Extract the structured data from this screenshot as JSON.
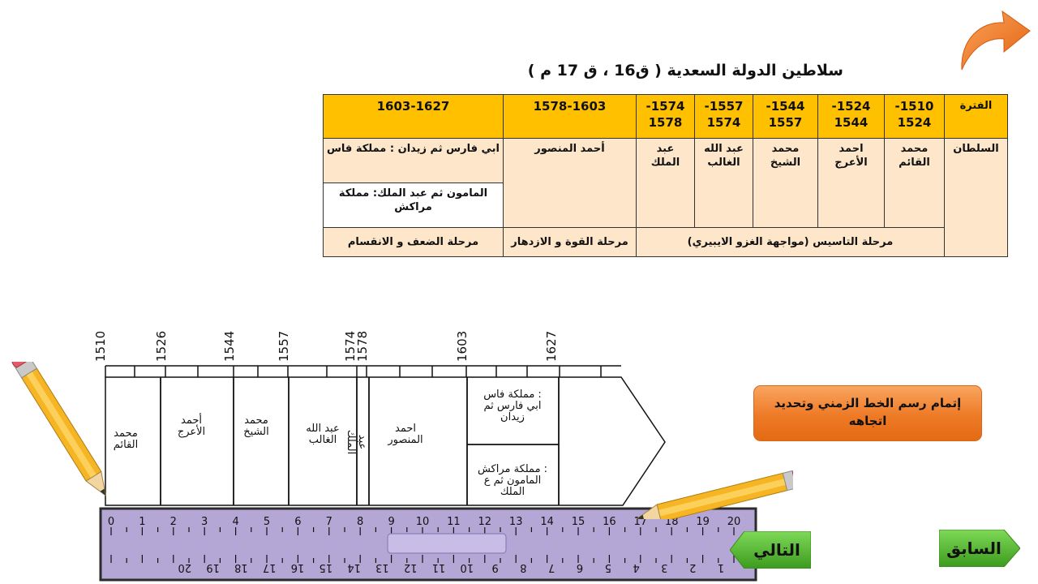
{
  "title": "سلاطين الدولة السعدية ( ق16 ، ق 17 م )",
  "table": {
    "header_label": "الفترة",
    "periods": [
      "1510-\n1524",
      "1524-\n1544",
      "1544-\n1557",
      "1557-\n1574",
      "1574-\n1578",
      "1578-1603",
      "1603-1627"
    ],
    "sultan_label": "السلطان",
    "sultans": [
      "محمد\nالقائم",
      "احمد\nالأعرج",
      "محمد\nالشيخ",
      "عبد الله\nالغالب",
      "عبد\nالملك",
      "أحمد المنصور"
    ],
    "late_sultans": [
      "ابي فارس ثم زيدان : مملكة فاس",
      "المامون ثم عبد الملك: مملكة مراكش"
    ],
    "phases": [
      "مرحلة التاسيس (مواجهة الغزو الايبيري)",
      "مرحلة القوة و الازدهار",
      "مرحلة الضعف و الانقسام"
    ]
  },
  "timeline": {
    "years": [
      "1510",
      "1526",
      "1544",
      "1557",
      "1574",
      "1578",
      "1603",
      "1627"
    ],
    "segments": [
      "محمد\nالقائم",
      "أحمد\nالأعرج",
      "محمد\nالشيخ",
      "عبد الله\nالغالب",
      "عبد\nالملك",
      "احمد\nالمنصور",
      "مملكة فاس :\nابي فارس ثم\nزيدان",
      "مملكة مراكش :\nالمامون ثم ع\nالملك"
    ]
  },
  "ruler": {
    "top_numbers": [
      "0",
      "1",
      "2",
      "3",
      "4",
      "5",
      "6",
      "7",
      "8",
      "9",
      "10",
      "11",
      "12",
      "13",
      "14",
      "15",
      "16",
      "17",
      "18",
      "19",
      "20"
    ],
    "bottom_numbers": [
      "20",
      "19",
      "18",
      "17",
      "16",
      "15",
      "14",
      "13",
      "12",
      "11",
      "10",
      "9",
      "8",
      "7",
      "6",
      "5",
      "4",
      "3",
      "2",
      "1"
    ]
  },
  "instruction": "إتمام رسم الخط الزمني وتحديد اتجاهه",
  "nav": {
    "next_label": "التالي",
    "prev_label": "السابق"
  },
  "colors": {
    "header": "#ffc000",
    "cell": "#fde6c9",
    "ruler": "#b4a7d6",
    "button": "#4caf2a",
    "instruction": "#ee7a26"
  }
}
